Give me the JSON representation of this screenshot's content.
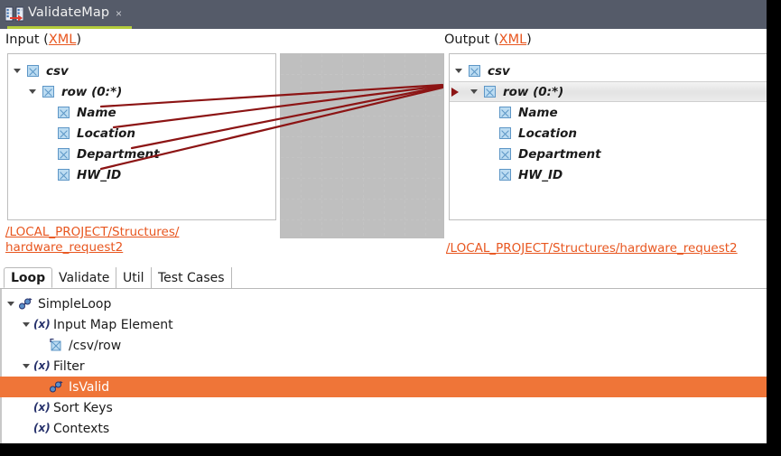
{
  "window": {
    "tab_title": "ValidateMap",
    "tab_close_glyph": "×",
    "tab_icon": "map-editor-icon",
    "accent_color": "#b4cc3c",
    "titlebar_color": "#555b69",
    "link_color": "#e8561f",
    "selection_color": "#ef7538",
    "connector_color": "#8c1414"
  },
  "headers": {
    "input_label": "Input (",
    "input_link": "XML",
    "input_label_end": ")",
    "output_label": "Output (",
    "output_link": "XML",
    "output_label_end": ")"
  },
  "input_tree": {
    "nodes": [
      {
        "label": "csv",
        "indent": 0,
        "expandable": true,
        "selected": false
      },
      {
        "label": "row (0:*)",
        "indent": 1,
        "expandable": true,
        "selected": false
      },
      {
        "label": "Name",
        "indent": 2,
        "expandable": false,
        "selected": false
      },
      {
        "label": "Location",
        "indent": 2,
        "expandable": false,
        "selected": false
      },
      {
        "label": "Department",
        "indent": 2,
        "expandable": false,
        "selected": false
      },
      {
        "label": "HW_ID",
        "indent": 2,
        "expandable": false,
        "selected": false
      }
    ]
  },
  "output_tree": {
    "nodes": [
      {
        "label": "csv",
        "indent": 0,
        "expandable": true,
        "selected": false,
        "arrow": false
      },
      {
        "label": "row (0:*)",
        "indent": 1,
        "expandable": true,
        "selected": true,
        "arrow": true
      },
      {
        "label": "Name",
        "indent": 2,
        "expandable": false,
        "selected": false,
        "arrow": false
      },
      {
        "label": "Location",
        "indent": 2,
        "expandable": false,
        "selected": false,
        "arrow": false
      },
      {
        "label": "Department",
        "indent": 2,
        "expandable": false,
        "selected": false,
        "arrow": false
      },
      {
        "label": "HW_ID",
        "indent": 2,
        "expandable": false,
        "selected": false,
        "arrow": false
      }
    ]
  },
  "connections": [
    {
      "from": "Name",
      "to": "row (0:*)"
    },
    {
      "from": "Location",
      "to": "row (0:*)"
    },
    {
      "from": "Department",
      "to": "row (0:*)"
    },
    {
      "from": "HW_ID",
      "to": "row (0:*)"
    }
  ],
  "paths": {
    "input_path_line1": "/LOCAL_PROJECT/Structures/",
    "input_path_line2": "hardware_request2",
    "output_path": "/LOCAL_PROJECT/Structures/hardware_request2"
  },
  "tabs": [
    {
      "label": "Loop",
      "active": true
    },
    {
      "label": "Validate",
      "active": false
    },
    {
      "label": "Util",
      "active": false
    },
    {
      "label": "Test Cases",
      "active": false
    }
  ],
  "bottom_tree": {
    "nodes": [
      {
        "label": "SimpleLoop",
        "indent": 0,
        "expandable": true,
        "icon": "loop-icon",
        "selected": false
      },
      {
        "label": "Input Map Element",
        "indent": 1,
        "expandable": true,
        "icon": "variable-icon",
        "selected": false
      },
      {
        "label": "/csv/row",
        "indent": 2,
        "expandable": false,
        "icon": "xpath-icon",
        "selected": false
      },
      {
        "label": "Filter",
        "indent": 1,
        "expandable": true,
        "icon": "variable-icon",
        "selected": false
      },
      {
        "label": "IsValid",
        "indent": 2,
        "expandable": false,
        "icon": "loop-icon",
        "selected": true
      },
      {
        "label": "Sort Keys",
        "indent": 1,
        "expandable": false,
        "icon": "variable-icon",
        "selected": false
      },
      {
        "label": "Contexts",
        "indent": 1,
        "expandable": false,
        "icon": "variable-icon",
        "selected": false
      }
    ]
  }
}
